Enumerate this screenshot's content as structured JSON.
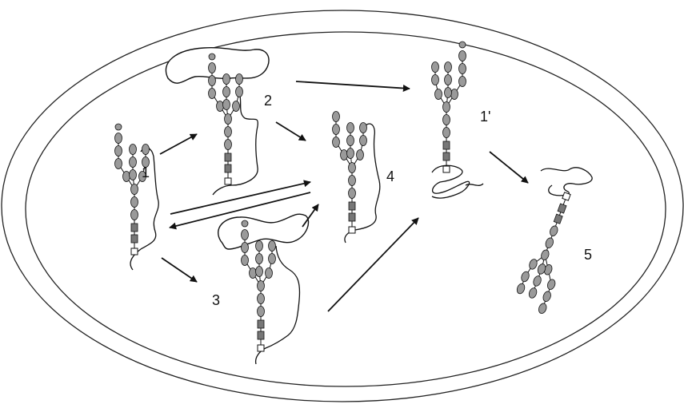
{
  "labels": {
    "l1": "1",
    "l2": "2",
    "l3": "3",
    "l4": "4",
    "l1p": "1'",
    "l5": "5"
  },
  "colors": {
    "ink": "#111111",
    "glycan_fill": "#9a9a9a",
    "box_fill": "#777777",
    "background": "#ffffff"
  }
}
